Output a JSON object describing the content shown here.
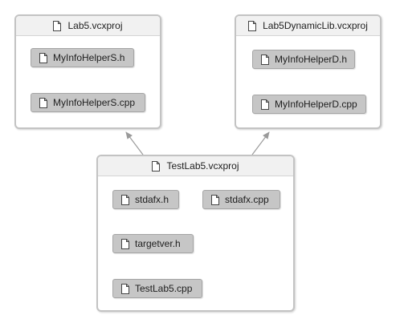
{
  "groups": [
    {
      "id": "lab5",
      "title": "Lab5.vcxproj",
      "files": [
        "MyInfoHelperS.h",
        "MyInfoHelperS.cpp"
      ]
    },
    {
      "id": "lab5dyn",
      "title": "Lab5DynamicLib.vcxproj",
      "files": [
        "MyInfoHelperD.h",
        "MyInfoHelperD.cpp"
      ]
    },
    {
      "id": "testlab5",
      "title": "TestLab5.vcxproj",
      "files": [
        "stdafx.h",
        "stdafx.cpp",
        "targetver.h",
        "TestLab5.cpp"
      ]
    }
  ],
  "edges": [
    {
      "from": "TestLab5.vcxproj",
      "to": "Lab5.vcxproj"
    },
    {
      "from": "TestLab5.vcxproj",
      "to": "Lab5DynamicLib.vcxproj"
    }
  ],
  "icons": {
    "file": "document-icon"
  },
  "colors": {
    "node_fill": "#c6c6c6",
    "group_border": "#c3c3c3",
    "header_fill": "#f1f1f1",
    "edge": "#9a9a9a"
  }
}
